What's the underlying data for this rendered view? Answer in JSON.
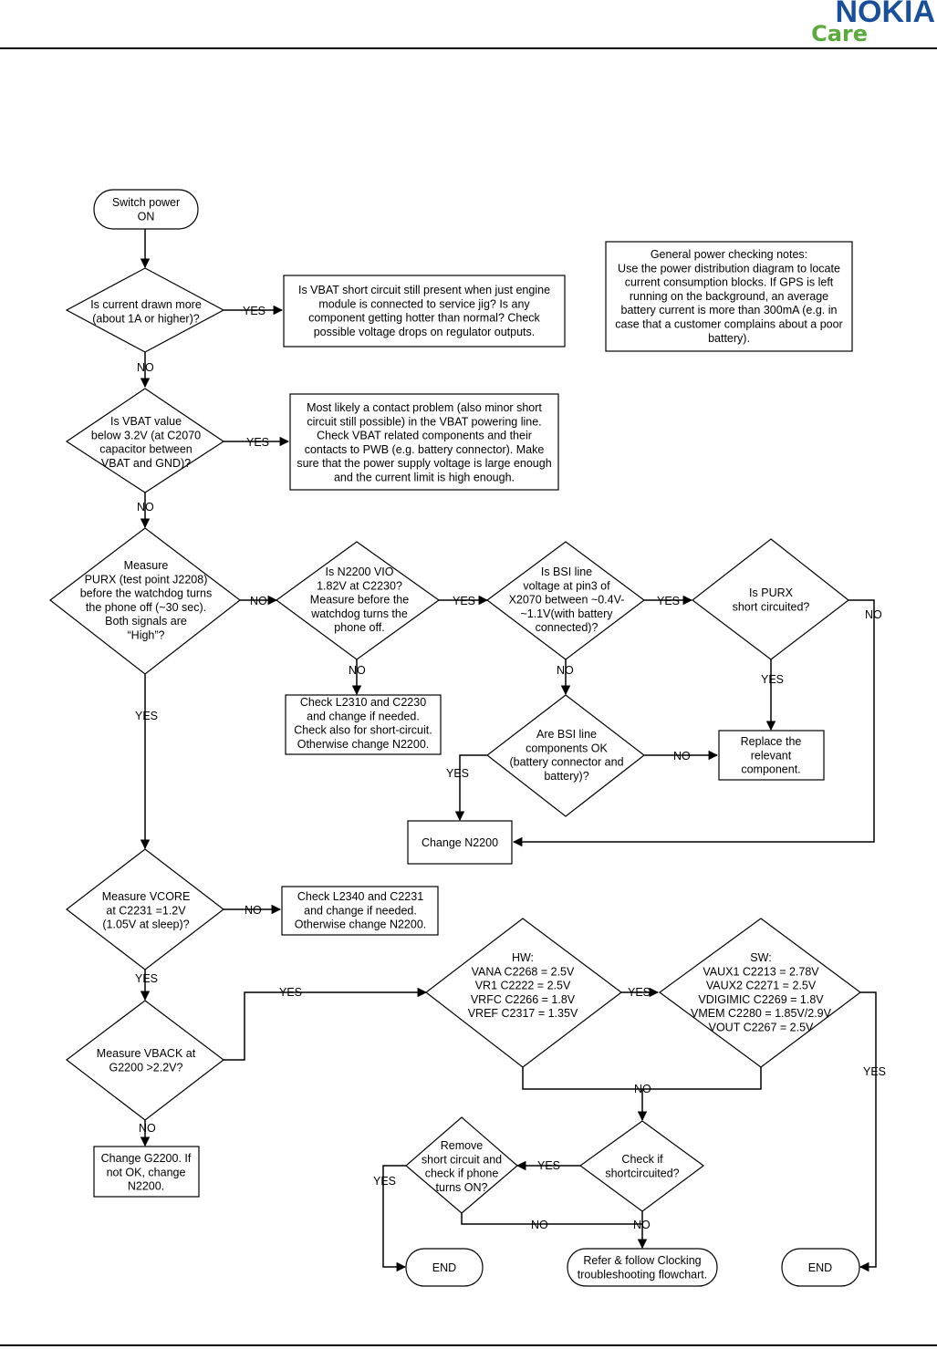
{
  "header": {
    "brand": "NOKIA",
    "sub_brand": "Care",
    "brand_color": "#1a4f9c",
    "sub_brand_color": "#5aaa3c"
  },
  "flowchart": {
    "notes": [
      "General power checking notes:",
      "Use the power distribution diagram to locate",
      "current consumption blocks. If GPS is left",
      "running on the background, an average",
      "battery current is more than 300mA (e.g. in",
      "case that a customer complains about a poor",
      "battery)."
    ],
    "start": [
      "Switch power",
      "ON"
    ],
    "q_current": [
      "Is current drawn more",
      "(about 1A or higher)?"
    ],
    "box_vbat_short": [
      "Is VBAT short circuit still present when just engine",
      "module is connected to service jig? Is any",
      "component getting hotter than normal? Check",
      "possible voltage drops on regulator outputs."
    ],
    "q_vbat": [
      "Is VBAT value",
      "below 3.2V (at C2070",
      "capacitor between",
      "VBAT and GND)?"
    ],
    "box_contact": [
      "Most likely a contact problem (also minor short",
      "circuit still possible) in the VBAT powering line.",
      "Check VBAT related components and their",
      "contacts to PWB (e.g. battery connector). Make",
      "sure that the power supply voltage is large enough",
      "and the current limit is high enough."
    ],
    "q_purx": [
      "Measure",
      "PURX (test point J2208)",
      "before the watchdog turns",
      "the phone off (~30 sec).",
      "Both signals are",
      "“High”?"
    ],
    "q_vio": [
      "Is N2200 VIO",
      "1.82V at C2230?",
      "Measure before the",
      "watchdog turns the",
      "phone off."
    ],
    "q_bsi": [
      "Is BSI line",
      "voltage at pin3 of",
      "X2070 between ~0.4V-",
      "~1.1V(with battery",
      "connected)?"
    ],
    "q_purx_short": [
      "Is PURX",
      "short circuited?"
    ],
    "box_l2310": [
      "Check L2310 and C2230",
      "and change if needed.",
      "Check also for short-circuit.",
      "Otherwise change N2200."
    ],
    "q_bsi_comp": [
      "Are BSI line",
      "components OK",
      "(battery connector and",
      "battery)?"
    ],
    "box_replace": [
      "Replace the",
      "relevant",
      "component."
    ],
    "box_change_n2200": [
      "Change N2200"
    ],
    "q_vcore": [
      "Measure VCORE",
      "at C2231 =1.2V",
      "(1.05V at sleep)?"
    ],
    "box_l2340": [
      "Check L2340 and C2231",
      "and change if needed.",
      "Otherwise change N2200."
    ],
    "q_hw": [
      "HW:",
      "VANA C2268 = 2.5V",
      "VR1 C2222 = 2.5V",
      "VRFC C2266 = 1.8V",
      "VREF C2317 = 1.35V"
    ],
    "q_sw": [
      "SW:",
      "VAUX1 C2213 = 2.78V",
      "VAUX2 C2271 = 2.5V",
      "VDIGIMIC C2269 = 1.8V",
      "VMEM C2280 = 1.85V/2.9V",
      "VOUT C2267 = 2.5V"
    ],
    "q_vback": [
      "Measure VBACK at",
      "G2200 >2.2V?"
    ],
    "box_g2200": [
      "Change G2200. If",
      "not OK, change",
      "N2200."
    ],
    "q_remove": [
      "Remove",
      "short circuit and",
      "check if phone",
      "turns ON?"
    ],
    "q_shortcirc": [
      "Check if",
      "shortcircuited?"
    ],
    "end_left": [
      "END"
    ],
    "end_clocking": [
      "Refer & follow Clocking",
      "troubleshooting flowchart."
    ],
    "end_right": [
      "END"
    ]
  },
  "labels": {
    "yes": "YES",
    "no": "NO",
    "yes_clipped": "YES"
  }
}
